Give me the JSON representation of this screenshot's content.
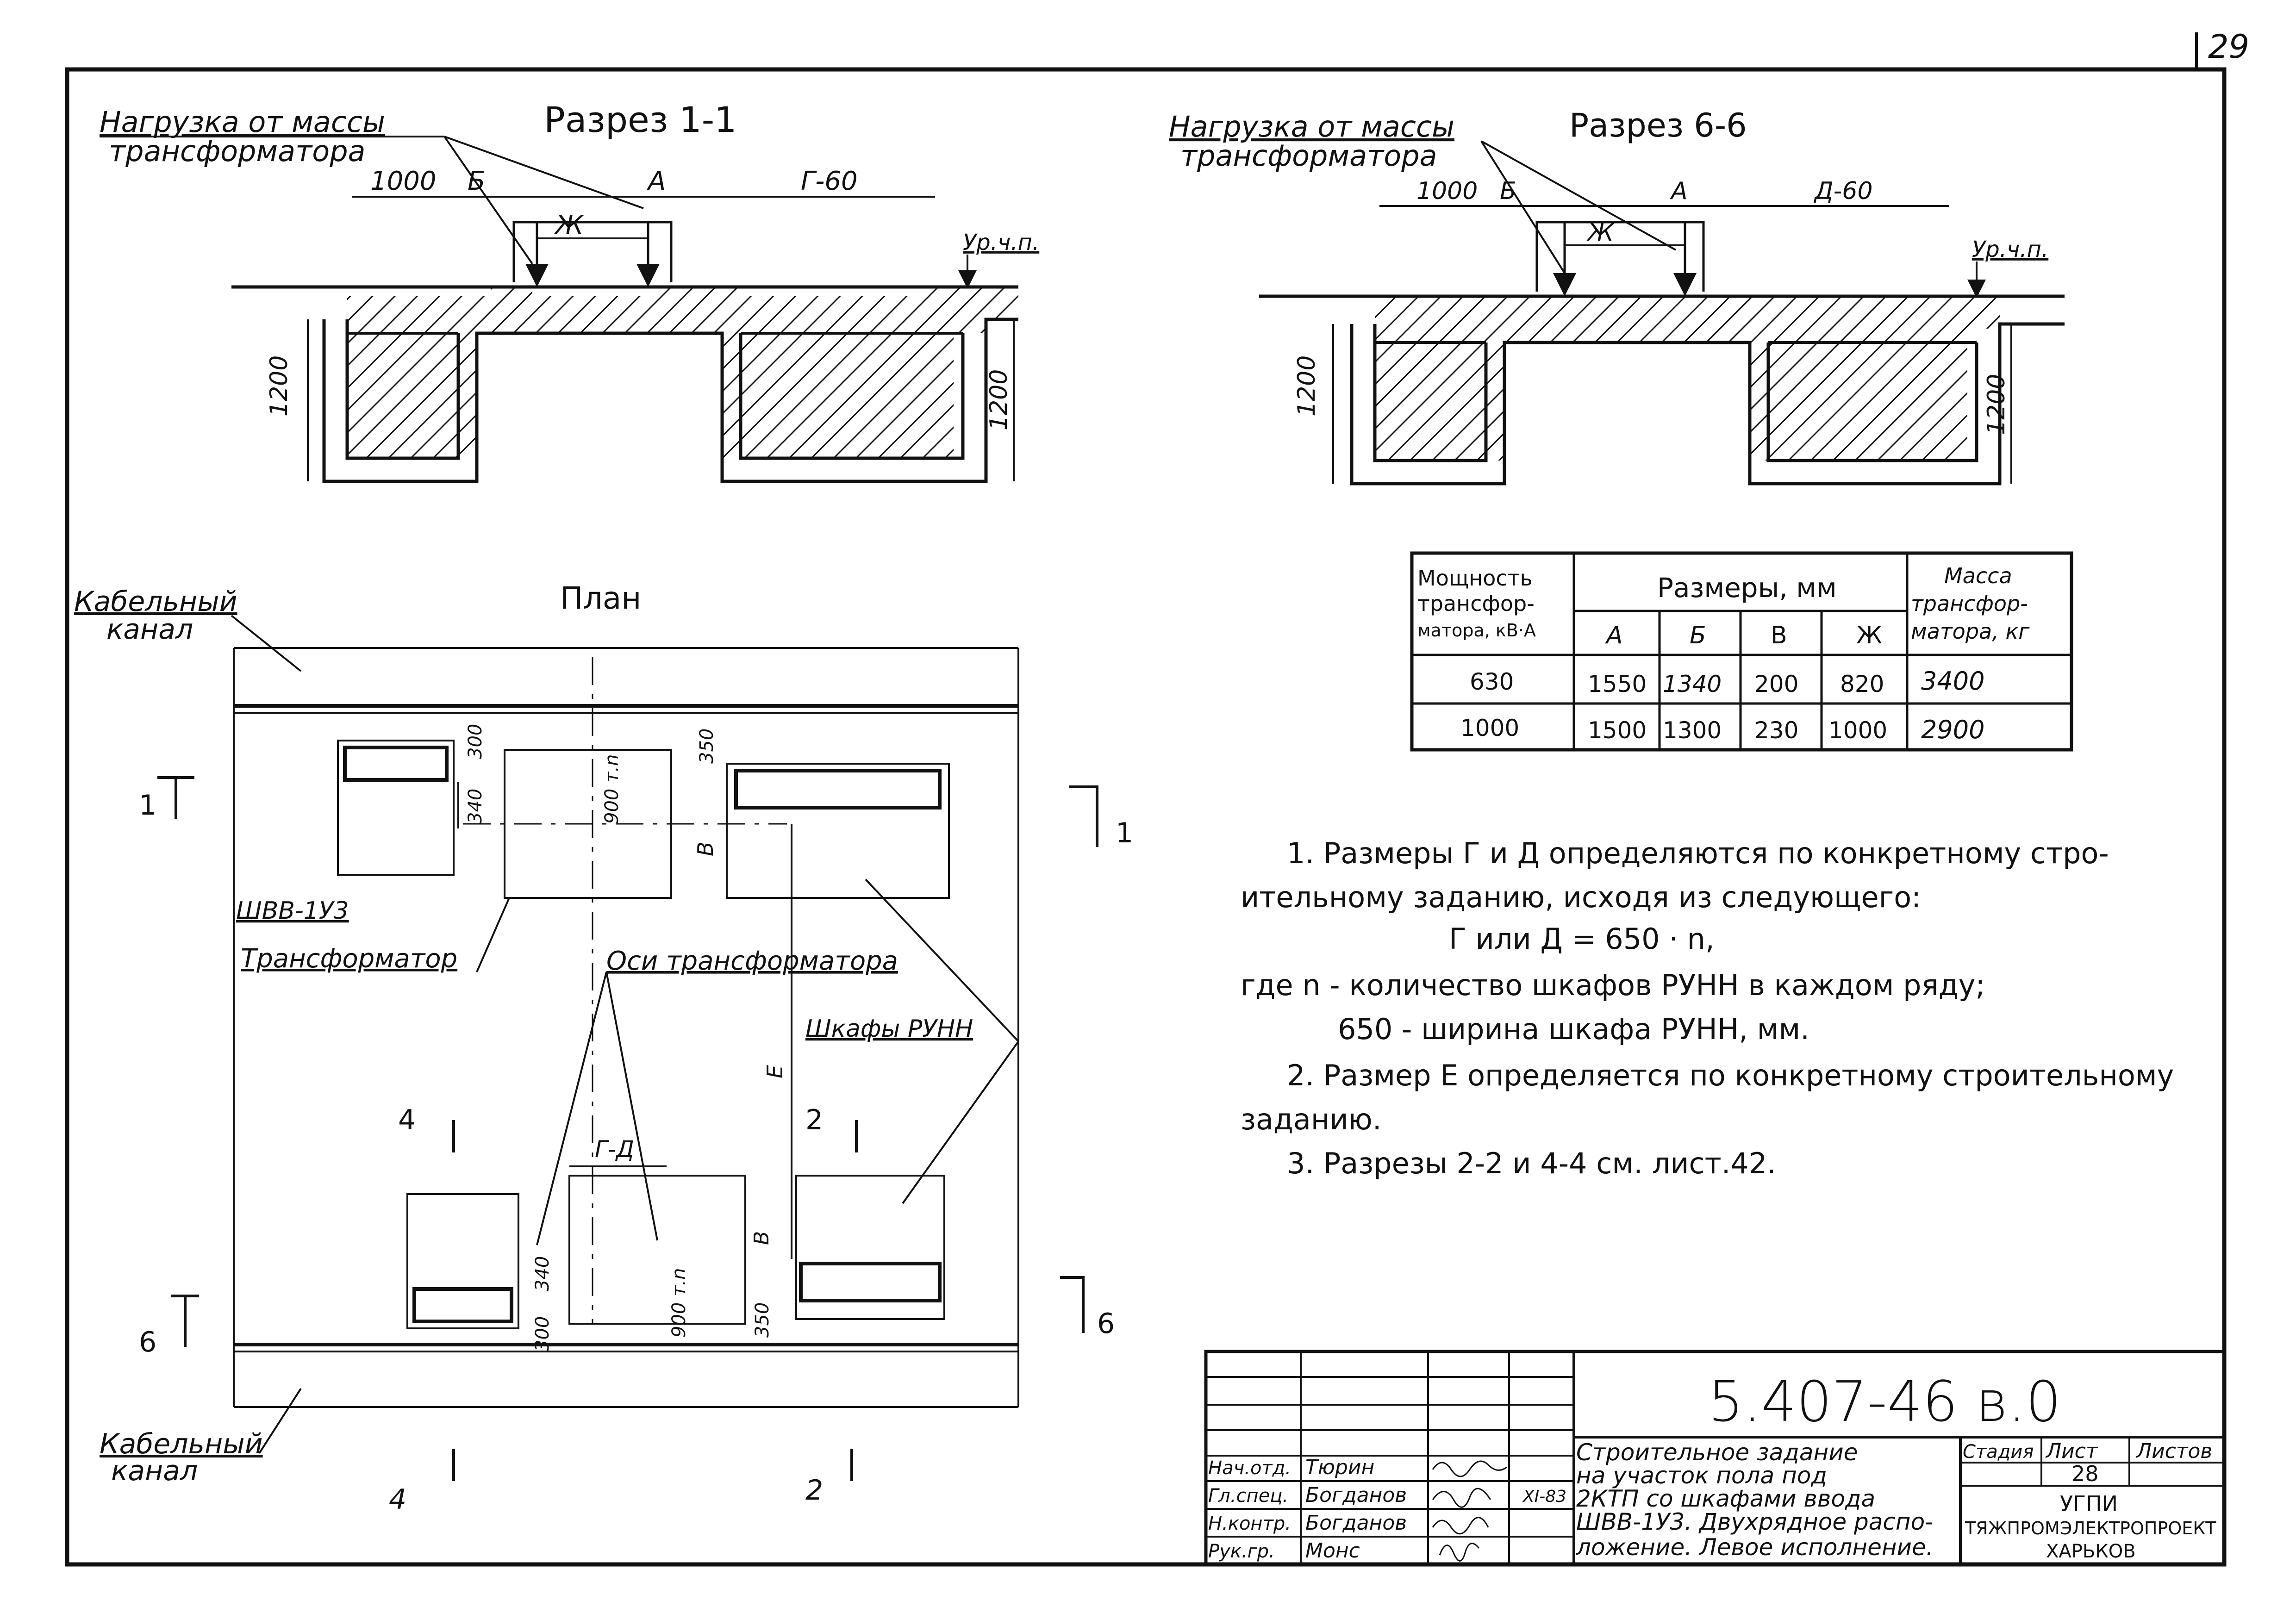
{
  "page_number": "29",
  "section_1_1": {
    "title": "Разрез 1-1",
    "load_label_line1": "Нагрузка от массы",
    "load_label_line2": "трансформатора",
    "dim_1000": "1000",
    "dim_b": "Б",
    "dim_a": "А",
    "dim_g60": "Г-60",
    "dim_zh": "Ж",
    "floor_level": "Ур.ч.п.",
    "depth_left": "1200",
    "depth_right": "1200"
  },
  "section_6_6": {
    "title": "Разрез 6-6",
    "load_label_line1": "Нагрузка от массы",
    "load_label_line2": "трансформатора",
    "dim_1000": "1000",
    "dim_b": "Б",
    "dim_a": "А",
    "dim_d60": "Д-60",
    "dim_zh": "Ж",
    "floor_level": "Ур.ч.п.",
    "depth_left": "1200",
    "depth_right": "1200"
  },
  "plan": {
    "title": "План",
    "cable_channel_top_1": "Кабельный",
    "cable_channel_top_2": "канал",
    "cable_channel_bottom_1": "Кабельный",
    "cable_channel_bottom_2": "канал",
    "shvv_label": "ШВВ-1У3",
    "transformer_label": "Трансформатор",
    "axes_label": "Оси трансформатора",
    "cabinets_label": "Шкафы РУНН",
    "dim_300_top": "300",
    "dim_340_top": "340",
    "dim_900_top": "900 т.n",
    "dim_350_top": "350",
    "dim_v_top": "В",
    "dim_e": "Е",
    "dim_gd": "Г-Д",
    "dim_340_bot": "340",
    "dim_300_bot": "300",
    "dim_900_bot": "900 т.n",
    "dim_v_bot": "В",
    "dim_350_bot": "350",
    "cut_1_left": "1",
    "cut_1_right": "1",
    "cut_6_left": "6",
    "cut_6_right": "6",
    "cut_4_top": "4",
    "cut_4_bottom": "4",
    "cut_2_top": "2",
    "cut_2_bottom": "2"
  },
  "table": {
    "col_power": "Мощность трансфор- матора, кВ·А",
    "col_sizes": "Размеры, мм",
    "col_mass": "Масса трансфор- матора, кг",
    "sub_a": "А",
    "sub_b": "Б",
    "sub_v": "В",
    "sub_zh": "Ж",
    "rows": [
      {
        "power": "630",
        "a": "1550",
        "b": "1340",
        "v": "200",
        "zh": "820",
        "mass": "3400"
      },
      {
        "power": "1000",
        "a": "1500",
        "b": "1300",
        "v": "230",
        "zh": "1000",
        "mass": "2900"
      }
    ]
  },
  "notes": {
    "n1_line1": "1. Размеры Г и Д определяются по конкретному стро-",
    "n1_line2": "ительному заданию, исходя из следующего:",
    "n1_formula": "Г или Д = 650 · n,",
    "n1_where": "где    n - количество шкафов РУНН в каждом ряду;",
    "n1_650": "650 - ширина шкафа РУНН, мм.",
    "n2_line1": "2. Размер Е определяется по конкретному строительному",
    "n2_line2": "заданию.",
    "n3": "3. Разрезы 2-2 и 4-4 см. лист.42."
  },
  "title_block": {
    "doc_code": "5.407-46 в.0",
    "description_1": "Строительное задание",
    "description_2": "на участок пола под",
    "description_3": "2КТП со шкафами ввода",
    "description_4": "ШВВ-1У3. Двухрядное распо-",
    "description_5": "ложение. Левое исполнение.",
    "stage_header": "Стадия",
    "sheet_header": "Лист",
    "sheets_header": "Листов",
    "sheet_value": "28",
    "org_1": "УГПИ",
    "org_2": "ТЯЖПРОМЭЛЕКТРОПРОЕКТ",
    "org_3": "ХАРЬКОВ",
    "date": "XI-83",
    "roles": [
      {
        "role": "Нач.отд.",
        "name": "Тюрин"
      },
      {
        "role": "Гл.спец.",
        "name": "Богданов"
      },
      {
        "role": "Н.контр.",
        "name": "Богданов"
      },
      {
        "role": "Рук.гр.",
        "name": "Монс"
      }
    ]
  }
}
